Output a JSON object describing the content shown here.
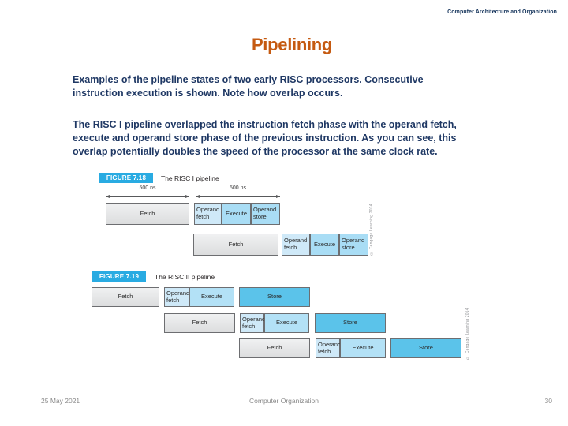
{
  "header": {
    "course": "Computer Architecture and Organization"
  },
  "title": "Pipelining",
  "content": {
    "paragraph1": [
      "Examples of the pipeline states of two early RISC processors. Consecutive",
      "instruction execution is shown. Note how overlap occurs."
    ],
    "paragraph2": [
      "The RISC I pipeline overlapped the instruction fetch phase with the operand fetch,",
      "execute and operand store phase of the previous instruction. As you can see, this",
      "overlap potentially doubles the speed of the processor at the same clock rate."
    ]
  },
  "figures": {
    "fig18": {
      "label": "FIGURE 7.18",
      "caption": "The RISC I pipeline",
      "timing": [
        "500 ns",
        "500 ns"
      ],
      "credit": "© Cengage Learning 2014",
      "rows": [
        {
          "cells": [
            "Fetch",
            "Operand fetch",
            "Execute",
            "Operand store"
          ]
        },
        {
          "cells": [
            "Fetch",
            "Operand fetch",
            "Execute",
            "Operand store"
          ]
        }
      ]
    },
    "fig19": {
      "label": "FIGURE 7.19",
      "caption": "The RISC II pipeline",
      "credit": "© Cengage Learning 2014",
      "rows": [
        {
          "cells": [
            "Fetch",
            "Operand fetch",
            "Execute",
            "Store"
          ]
        },
        {
          "cells": [
            "Fetch",
            "Operand fetch",
            "Execute",
            "Store"
          ]
        },
        {
          "cells": [
            "Fetch",
            "Operand fetch",
            "Execute",
            "Store"
          ]
        }
      ]
    }
  },
  "footer": {
    "date": "25 May 2021",
    "center": "Computer Organization",
    "page": "30"
  },
  "colors": {
    "title_text": "#c55a11",
    "body_text": "#1f3864",
    "figure_label_bg": "#29abe2",
    "fetch_fill": "#e6e7e8",
    "operand_fetch_fill": "#cfe9f8",
    "execute_fill": "#a9ddf5",
    "operand_store_fill": "#a9ddf5",
    "store_fill": "#5bc3ea",
    "footer_text": "#8a8a8a"
  }
}
